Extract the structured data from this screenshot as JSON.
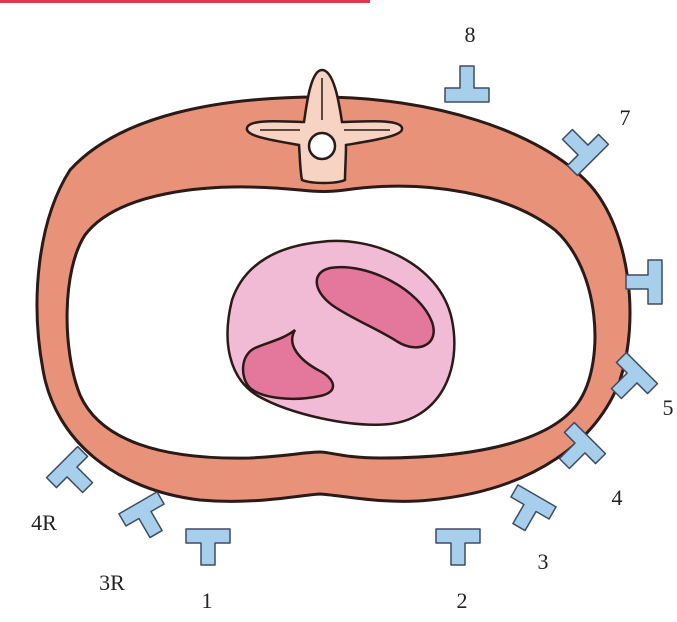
{
  "colors": {
    "body_wall": "#E8927A",
    "outline": "#2A1A18",
    "vertebra": "#F6D3C2",
    "heart_outer": "#F1BBD5",
    "ventricle": "#E4779C",
    "electrode": "#A7CFEC",
    "electrode_stroke": "#3E4C63",
    "top_line": "#E2374C"
  },
  "electrodes": [
    {
      "id": "8",
      "label": "8",
      "icon": "t-electrode-icon"
    },
    {
      "id": "7",
      "label": "7",
      "icon": "t-electrode-icon"
    },
    {
      "id": "6",
      "label": "",
      "icon": "t-electrode-icon"
    },
    {
      "id": "5",
      "label": "5",
      "icon": "t-electrode-icon"
    },
    {
      "id": "4",
      "label": "4",
      "icon": "t-electrode-icon"
    },
    {
      "id": "3",
      "label": "3",
      "icon": "t-electrode-icon"
    },
    {
      "id": "2",
      "label": "2",
      "icon": "t-electrode-icon"
    },
    {
      "id": "1",
      "label": "1",
      "icon": "t-electrode-icon"
    },
    {
      "id": "3R",
      "label": "3R",
      "icon": "t-electrode-icon"
    },
    {
      "id": "4R",
      "label": "4R",
      "icon": "t-electrode-icon"
    }
  ]
}
